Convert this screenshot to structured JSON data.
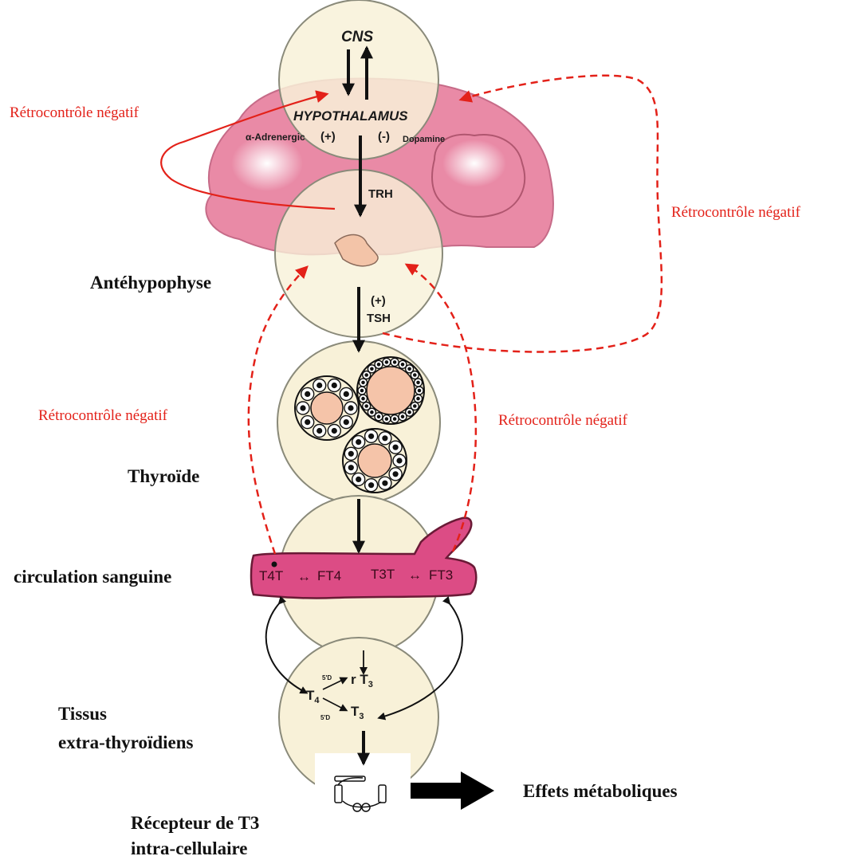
{
  "colors": {
    "red": "#e32119",
    "brain": "#e98aa6",
    "brain_light": "#f7c7d3",
    "circle_fill": "#f8f1d8",
    "circle_stroke": "#8a8a7a",
    "overlap": "#f3c4a8",
    "vessel": "#dc4c85",
    "follicle_lumen": "#f5c4a9"
  },
  "labels": {
    "cns": "CNS",
    "hypothalamus": "HYPOTHALAMUS",
    "alpha_adrenergic": "α-Adrenergic",
    "plus": "(+)",
    "minus": "(-)",
    "dopamine": "Dopamine",
    "trh": "TRH",
    "tsh_plus": "(+)",
    "tsh": "TSH",
    "antehypophyse": "Antéhypophyse",
    "thyroide": "Thyroïde",
    "circulation": "circulation sanguine",
    "tissus_line1": "Tissus",
    "tissus_line2": "extra-thyroïdiens",
    "recepteur_line1": "Récepteur de T3",
    "recepteur_line2": "intra-cellulaire",
    "effets": "Effets métaboliques",
    "retro_top_left": "Rétrocontrôle négatif",
    "retro_right": "Rétrocontrôle négatif",
    "retro_mid_left": "Rétrocontrôle négatif",
    "retro_mid_right": "Rétrocontrôle négatif"
  },
  "blood": {
    "t4t": "T4T",
    "ft4": "FT4",
    "t3t": "T3T",
    "ft3": "FT3",
    "arrow": "↔"
  },
  "tissue": {
    "t4": "T4",
    "t4_sub": "4",
    "rt3": "r T3",
    "rt3_sub": "3",
    "t3": "T3",
    "t3_sub": "3",
    "enzyme_top": "5'D",
    "enzyme_bottom": "5'D"
  }
}
